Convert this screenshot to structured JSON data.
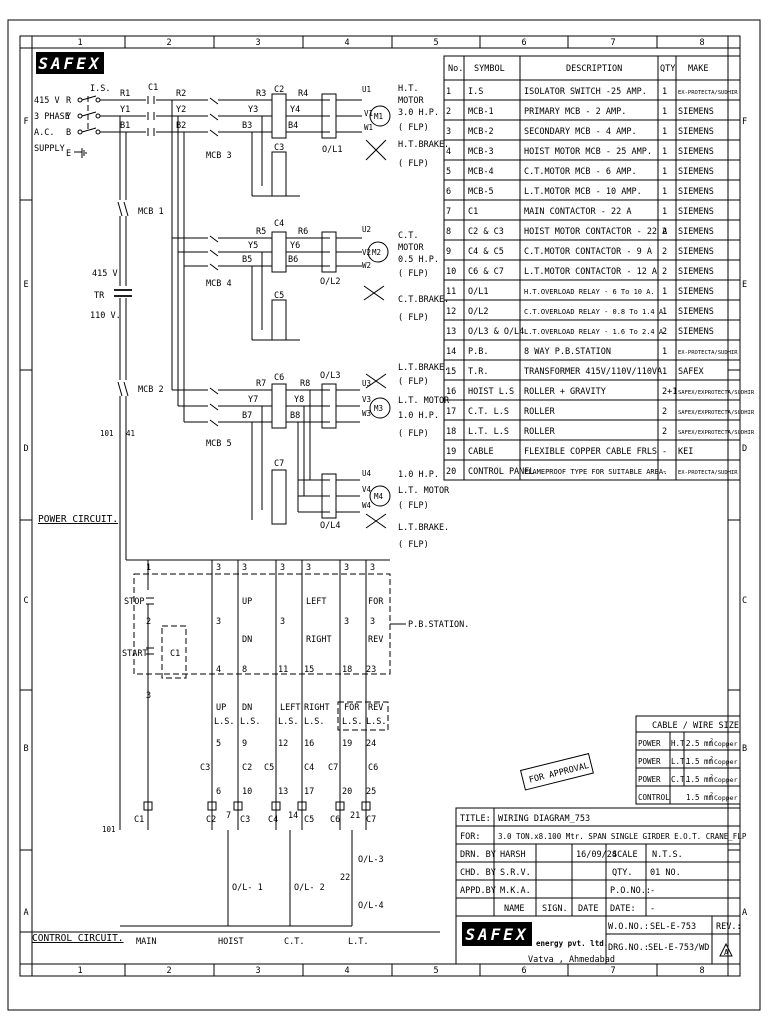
{
  "sheet": {
    "cols": [
      "1",
      "2",
      "3",
      "4",
      "5",
      "6",
      "7",
      "8"
    ],
    "rows": [
      "F",
      "E",
      "D",
      "C",
      "B",
      "A"
    ]
  },
  "brand": {
    "logo": "SAFEX",
    "company": "energy pvt. ltd.",
    "city": "Vatva , Ahmedabad"
  },
  "supply": {
    "lines": [
      "415 V",
      "3 PHASE",
      "A.C.",
      "SUPPLY"
    ],
    "phases": [
      "R",
      "Y",
      "B",
      "E"
    ],
    "isolator": "I.S.",
    "tr_voltage_in": "415 V",
    "tr_label": "TR",
    "tr_voltage_out": "110 V."
  },
  "power": {
    "nodes": [
      "R1",
      "Y1",
      "B1",
      "C1",
      "R2",
      "Y2",
      "B2"
    ],
    "mcbs": [
      "MCB 1",
      "MCB 2",
      "MCB 3",
      "MCB 4",
      "MCB 5"
    ],
    "wire_nums": [
      "101",
      "41"
    ],
    "circuit_label": "POWER  CIRCUIT.",
    "hoist": {
      "nodes": [
        "R3",
        "Y3",
        "B3",
        "C2",
        "C3",
        "R4",
        "Y4",
        "B4"
      ],
      "olr": "O/L1",
      "motor_terms": [
        "U1",
        "V1",
        "W1"
      ],
      "motor_name": "M1",
      "motor_desc": [
        "H.T.",
        "MOTOR",
        "3.0 H.P.",
        "( FLP)",
        "H.T.BRAKE.",
        "( FLP)"
      ]
    },
    "ct": {
      "nodes": [
        "R5",
        "Y5",
        "B5",
        "C4",
        "C5",
        "R6",
        "Y6",
        "B6"
      ],
      "olr": "O/L2",
      "motor_terms": [
        "U2",
        "V2",
        "W2"
      ],
      "motor_name": "M2",
      "motor_desc": [
        "C.T.",
        "MOTOR",
        "0.5 H.P.",
        "( FLP)",
        "C.T.BRAKE.",
        "( FLP)"
      ]
    },
    "lt": {
      "nodes": [
        "R7",
        "Y7",
        "B7",
        "C6",
        "C7",
        "R8",
        "Y8",
        "B8"
      ],
      "olr": [
        "O/L3",
        "O/L4"
      ],
      "motor_terms": [
        "U3",
        "V3",
        "W3",
        "U4",
        "V4",
        "W4"
      ],
      "motor_names": [
        "M3",
        "M4"
      ],
      "desc_top": [
        "L.T.BRAKE.",
        "( FLP)",
        "L.T. MOTOR",
        "1.0 H.P.",
        "( FLP)"
      ],
      "desc_bottom": [
        "1.0 H.P.",
        "L.T. MOTOR",
        "( FLP)",
        "L.T.BRAKE.",
        "( FLP)"
      ]
    }
  },
  "control": {
    "circuit_label": "CONTROL  CIRCUIT.",
    "buttons": [
      "STOP",
      "START",
      "UP",
      "DN",
      "LEFT",
      "RIGHT",
      "FOR",
      "REV"
    ],
    "station_label": "P.B.STATION.",
    "wire_top": [
      "1",
      "3",
      "3",
      "3",
      "3",
      "3",
      "3"
    ],
    "wire_2": [
      "2",
      "3",
      "3",
      "3",
      "3"
    ],
    "wire_mid": [
      "4",
      "8",
      "11",
      "15",
      "18",
      "23"
    ],
    "ls_tags": [
      "UP",
      "DN",
      "LEFT",
      "RIGHT",
      "FOR",
      "REV"
    ],
    "ls": "L.S.",
    "wire_low": [
      "5",
      "9",
      "12",
      "16",
      "19",
      "24"
    ],
    "interlock": [
      "C3",
      "C2",
      "C5",
      "C4",
      "C7",
      "C6"
    ],
    "wire_coil": [
      "6",
      "10",
      "13",
      "17",
      "20",
      "25"
    ],
    "coils": [
      "C1",
      "C2",
      "C3",
      "C4",
      "C5",
      "C6",
      "C7"
    ],
    "coil_wires": [
      "7",
      "14",
      "21"
    ],
    "start_tag": "C1",
    "start_wire": "3",
    "ol_contacts": [
      "O/L- 1",
      "O/L- 2",
      "O/L-3",
      "O/L-4"
    ],
    "ol_wire": "22",
    "section": [
      "MAIN",
      "HOIST",
      "C.T.",
      "L.T."
    ]
  },
  "bom": {
    "headers": [
      "No.",
      "SYMBOL",
      "DESCRIPTION",
      "QTY",
      "MAKE"
    ],
    "rows": [
      [
        "1",
        "I.S",
        "ISOLATOR SWITCH -25 AMP.",
        "1",
        "EX-PROTECTA/SUDHIR"
      ],
      [
        "2",
        "MCB-1",
        "PRIMARY MCB - 2 AMP.",
        "1",
        "SIEMENS"
      ],
      [
        "3",
        "MCB-2",
        "SECONDARY MCB - 4 AMP.",
        "1",
        "SIEMENS"
      ],
      [
        "4",
        "MCB-3",
        "HOIST MOTOR MCB - 25 AMP.",
        "1",
        "SIEMENS"
      ],
      [
        "5",
        "MCB-4",
        "C.T.MOTOR MCB - 6 AMP.",
        "1",
        "SIEMENS"
      ],
      [
        "6",
        "MCB-5",
        "L.T.MOTOR MCB - 10 AMP.",
        "1",
        "SIEMENS"
      ],
      [
        "7",
        "C1",
        "MAIN CONTACTOR - 22 A",
        "1",
        "SIEMENS"
      ],
      [
        "8",
        "C2 & C3",
        "HOIST MOTOR CONTACTOR - 22 A",
        "2",
        "SIEMENS"
      ],
      [
        "9",
        "C4 & C5",
        "C.T.MOTOR CONTACTOR - 9 A",
        "2",
        "SIEMENS"
      ],
      [
        "10",
        "C6 & C7",
        "L.T.MOTOR CONTACTOR - 12 A",
        "2",
        "SIEMENS"
      ],
      [
        "11",
        "O/L1",
        "H.T.OVERLOAD RELAY - 6 To 10 A.",
        "1",
        "SIEMENS"
      ],
      [
        "12",
        "O/L2",
        "C.T.OVERLOAD RELAY - 0.8 To 1.4 A.",
        "1",
        "SIEMENS"
      ],
      [
        "13",
        "O/L3 & O/L4",
        "L.T.OVERLOAD RELAY - 1.6 To 2.4 A.",
        "2",
        "SIEMENS"
      ],
      [
        "14",
        "P.B.",
        "8 WAY P.B.STATION",
        "1",
        "EX-PROTECTA/SUDHIR"
      ],
      [
        "15",
        "T.R.",
        "TRANSFORMER 415V/110V/110VA",
        "1",
        "SAFEX"
      ],
      [
        "16",
        "HOIST L.S",
        "ROLLER + GRAVITY",
        "2+1",
        "SAFEX/EXPROTECTA/SUDHIR"
      ],
      [
        "17",
        "C.T. L.S",
        "ROLLER",
        "2",
        "SAFEX/EXPROTECTA/SUDHIR"
      ],
      [
        "18",
        "L.T. L.S",
        "ROLLER",
        "2",
        "SAFEX/EXPROTECTA/SUDHIR"
      ],
      [
        "19",
        "CABLE",
        "FLEXIBLE COPPER CABLE FRLS",
        "-",
        "KEI"
      ],
      [
        "20",
        "CONTROL PANEL",
        "FLAMEPROOF TYPE FOR SUITABLE AREA.",
        "-",
        "EX-PROTECTA/SUDHIR"
      ]
    ]
  },
  "cable": {
    "title": "CABLE / WIRE SIZE",
    "rows": [
      [
        "POWER",
        "H.T.",
        "2.5 mm",
        "2",
        "Copper"
      ],
      [
        "POWER",
        "L.T.",
        "1.5 mm",
        "2",
        "Copper"
      ],
      [
        "POWER",
        "C.T.",
        "1.5 mm",
        "2",
        "Copper"
      ],
      [
        "CONTROL",
        "",
        "1.5 mm",
        "2",
        "Copper"
      ]
    ]
  },
  "stamp": "FOR APPROVAL",
  "titleblock": {
    "title_lbl": "TITLE:",
    "title_val": "WIRING DIAGRAM_753",
    "for_lbl": "FOR:",
    "for_val": "3.0 TON.x8.100 Mtr. SPAN SINGLE GIRDER E.O.T. CRANE_FLP",
    "drn_lbl": "DRN. BY",
    "drn_val": "HARSH",
    "date_val": "16/09/24",
    "scale_lbl": "SCALE",
    "scale_val": "N.T.S.",
    "chd_lbl": "CHD. BY",
    "chd_val": "S.R.V.",
    "qty_lbl": "QTY.",
    "qty_val": "01 NO.",
    "appd_lbl": "APPD.BY",
    "appd_val": "M.K.A.",
    "po_lbl": "P.O.NO.:",
    "po_val": "-",
    "name_lbl": "NAME",
    "sign_lbl": "SIGN.",
    "date_lbl": "DATE",
    "date2_lbl": "DATE:",
    "date2_val": "-",
    "wo_lbl": "W.O.NO.:",
    "wo_val": "SEL-E-753",
    "rev_lbl": "REV.:",
    "drg_lbl": "DRG.NO.:",
    "drg_val": "SEL-E-753/WD",
    "rev_val": "A"
  }
}
